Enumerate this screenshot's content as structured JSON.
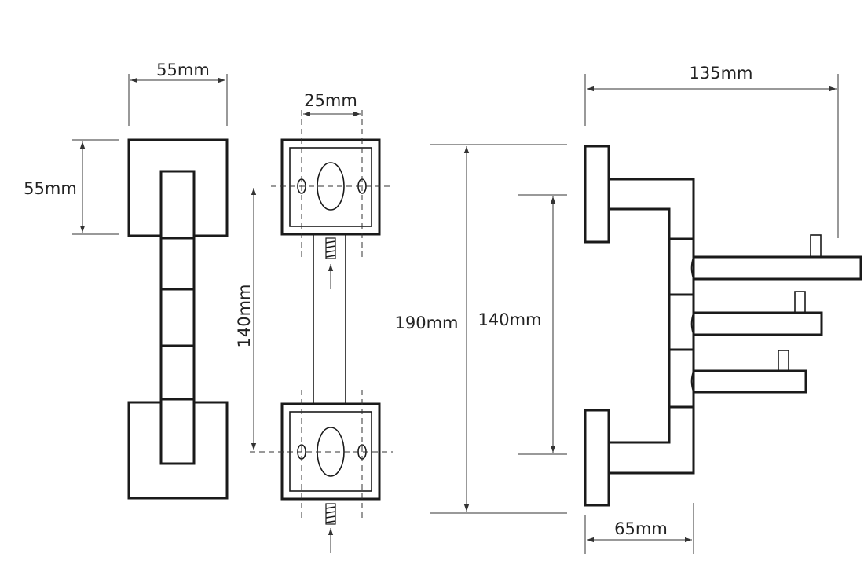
{
  "dimensions": {
    "front_width": "55mm",
    "front_height": "55mm",
    "plate_hole_spacing": "25mm",
    "mounting_spacing": "140mm",
    "side_total_height": "190mm",
    "side_inner_spacing": "140mm",
    "side_total_depth": "135mm",
    "side_base_depth": "65mm"
  },
  "colors": {
    "line": "#1a1a1a",
    "background": "#ffffff"
  }
}
